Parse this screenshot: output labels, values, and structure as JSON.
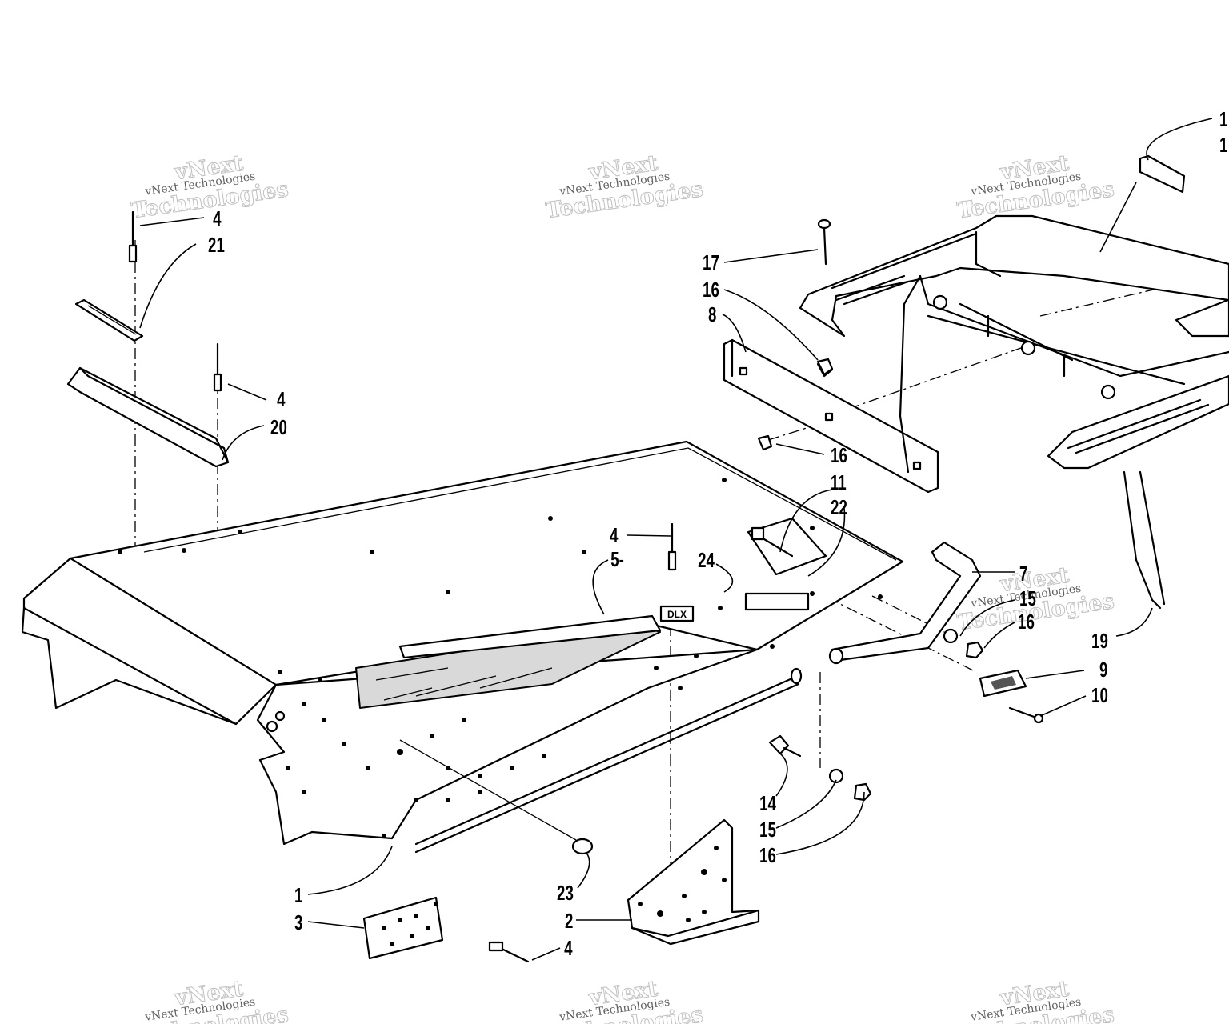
{
  "watermark": {
    "line1": "vNext",
    "line2": "Technologies",
    "small": "vNext Technologies"
  },
  "callouts": [
    {
      "id": "c-4a",
      "text": "4"
    },
    {
      "id": "c-21",
      "text": "21"
    },
    {
      "id": "c-4b",
      "text": "4"
    },
    {
      "id": "c-20",
      "text": "20"
    },
    {
      "id": "c-17",
      "text": "17"
    },
    {
      "id": "c-16a",
      "text": "16"
    },
    {
      "id": "c-8",
      "text": "8"
    },
    {
      "id": "c-16b",
      "text": "16"
    },
    {
      "id": "c-11",
      "text": "11"
    },
    {
      "id": "c-22",
      "text": "22"
    },
    {
      "id": "c-4c",
      "text": "4"
    },
    {
      "id": "c-5",
      "text": "5-"
    },
    {
      "id": "c-24",
      "text": "24"
    },
    {
      "id": "c-7",
      "text": "7"
    },
    {
      "id": "c-15a",
      "text": "15"
    },
    {
      "id": "c-16c",
      "text": "16"
    },
    {
      "id": "c-19",
      "text": "19"
    },
    {
      "id": "c-9",
      "text": "9"
    },
    {
      "id": "c-10",
      "text": "10"
    },
    {
      "id": "c-14",
      "text": "14"
    },
    {
      "id": "c-15b",
      "text": "15"
    },
    {
      "id": "c-16d",
      "text": "16"
    },
    {
      "id": "c-1",
      "text": "1"
    },
    {
      "id": "c-23",
      "text": "23"
    },
    {
      "id": "c-2",
      "text": "2"
    },
    {
      "id": "c-3",
      "text": "3"
    },
    {
      "id": "c-4d",
      "text": "4"
    },
    {
      "id": "c-12",
      "text": "1"
    },
    {
      "id": "c-13",
      "text": "1"
    }
  ],
  "decal": {
    "badge": "DLX"
  }
}
